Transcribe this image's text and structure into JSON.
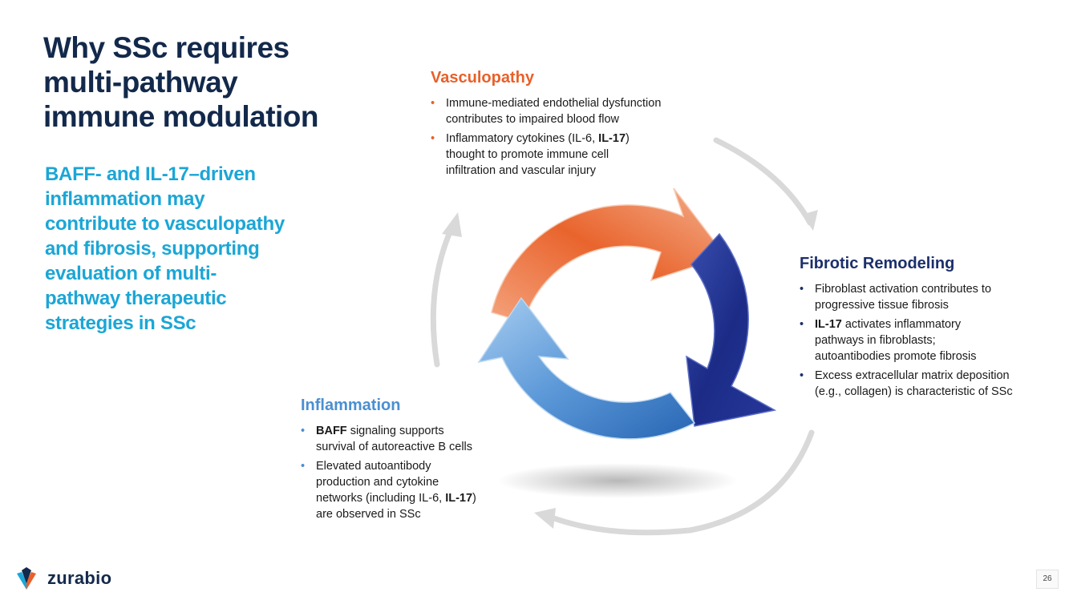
{
  "title_lines": [
    "Why SSc requires",
    "multi-pathway",
    "immune modulation"
  ],
  "subtitle_lines": [
    "BAFF- and IL-17–driven",
    "inflammation may",
    "contribute to vasculopathy",
    "and fibrosis, supporting",
    "evaluation of multi-",
    "pathway therapeutic",
    "strategies in SSc"
  ],
  "colors": {
    "title": "#13294b",
    "subtitle": "#1ba6d6",
    "vasculopathy": "#e8602a",
    "fibrotic": "#1b2f6b",
    "inflammation": "#4a8fd1"
  },
  "vasculopathy": {
    "heading": "Vasculopathy",
    "bullets": [
      {
        "lines": [
          [
            {
              "t": "Immune-mediated endothelial dysfunction"
            }
          ],
          [
            {
              "t": "contributes to impaired blood flow"
            }
          ]
        ]
      },
      {
        "lines": [
          [
            {
              "t": "Inflammatory cytokines (IL-6, "
            },
            {
              "t": "IL-17",
              "b": true
            },
            {
              "t": ")"
            }
          ],
          [
            {
              "t": "thought to promote immune cell"
            }
          ],
          [
            {
              "t": "infiltration and vascular injury"
            }
          ]
        ]
      }
    ]
  },
  "fibrotic": {
    "heading": "Fibrotic Remodeling",
    "bullets": [
      {
        "lines": [
          [
            {
              "t": "Fibroblast activation contributes to"
            }
          ],
          [
            {
              "t": "progressive tissue fibrosis"
            }
          ]
        ]
      },
      {
        "lines": [
          [
            {
              "t": "IL-17",
              "b": true
            },
            {
              "t": " activates inflammatory"
            }
          ],
          [
            {
              "t": "pathways in fibroblasts;"
            }
          ],
          [
            {
              "t": "autoantibodies promote fibrosis"
            }
          ]
        ]
      },
      {
        "lines": [
          [
            {
              "t": "Excess extracellular matrix deposition"
            }
          ],
          [
            {
              "t": "(e.g., collagen) is characteristic of SSc"
            }
          ]
        ]
      }
    ]
  },
  "inflammation": {
    "heading": "Inflammation",
    "bullets": [
      {
        "lines": [
          [
            {
              "t": "BAFF",
              "b": true
            },
            {
              "t": " signaling supports"
            }
          ],
          [
            {
              "t": "survival of autoreactive B cells"
            }
          ]
        ]
      },
      {
        "lines": [
          [
            {
              "t": "Elevated autoantibody"
            }
          ],
          [
            {
              "t": "production and cytokine"
            }
          ],
          [
            {
              "t": "networks (including IL-6, "
            },
            {
              "t": "IL-17",
              "b": true
            },
            {
              "t": ")"
            }
          ],
          [
            {
              "t": "are observed in SSc"
            }
          ]
        ]
      }
    ]
  },
  "bullet_char": "•",
  "logo": {
    "wordmark": "zurabio",
    "icon": "zurabio-logo-icon"
  },
  "page_number": "26"
}
